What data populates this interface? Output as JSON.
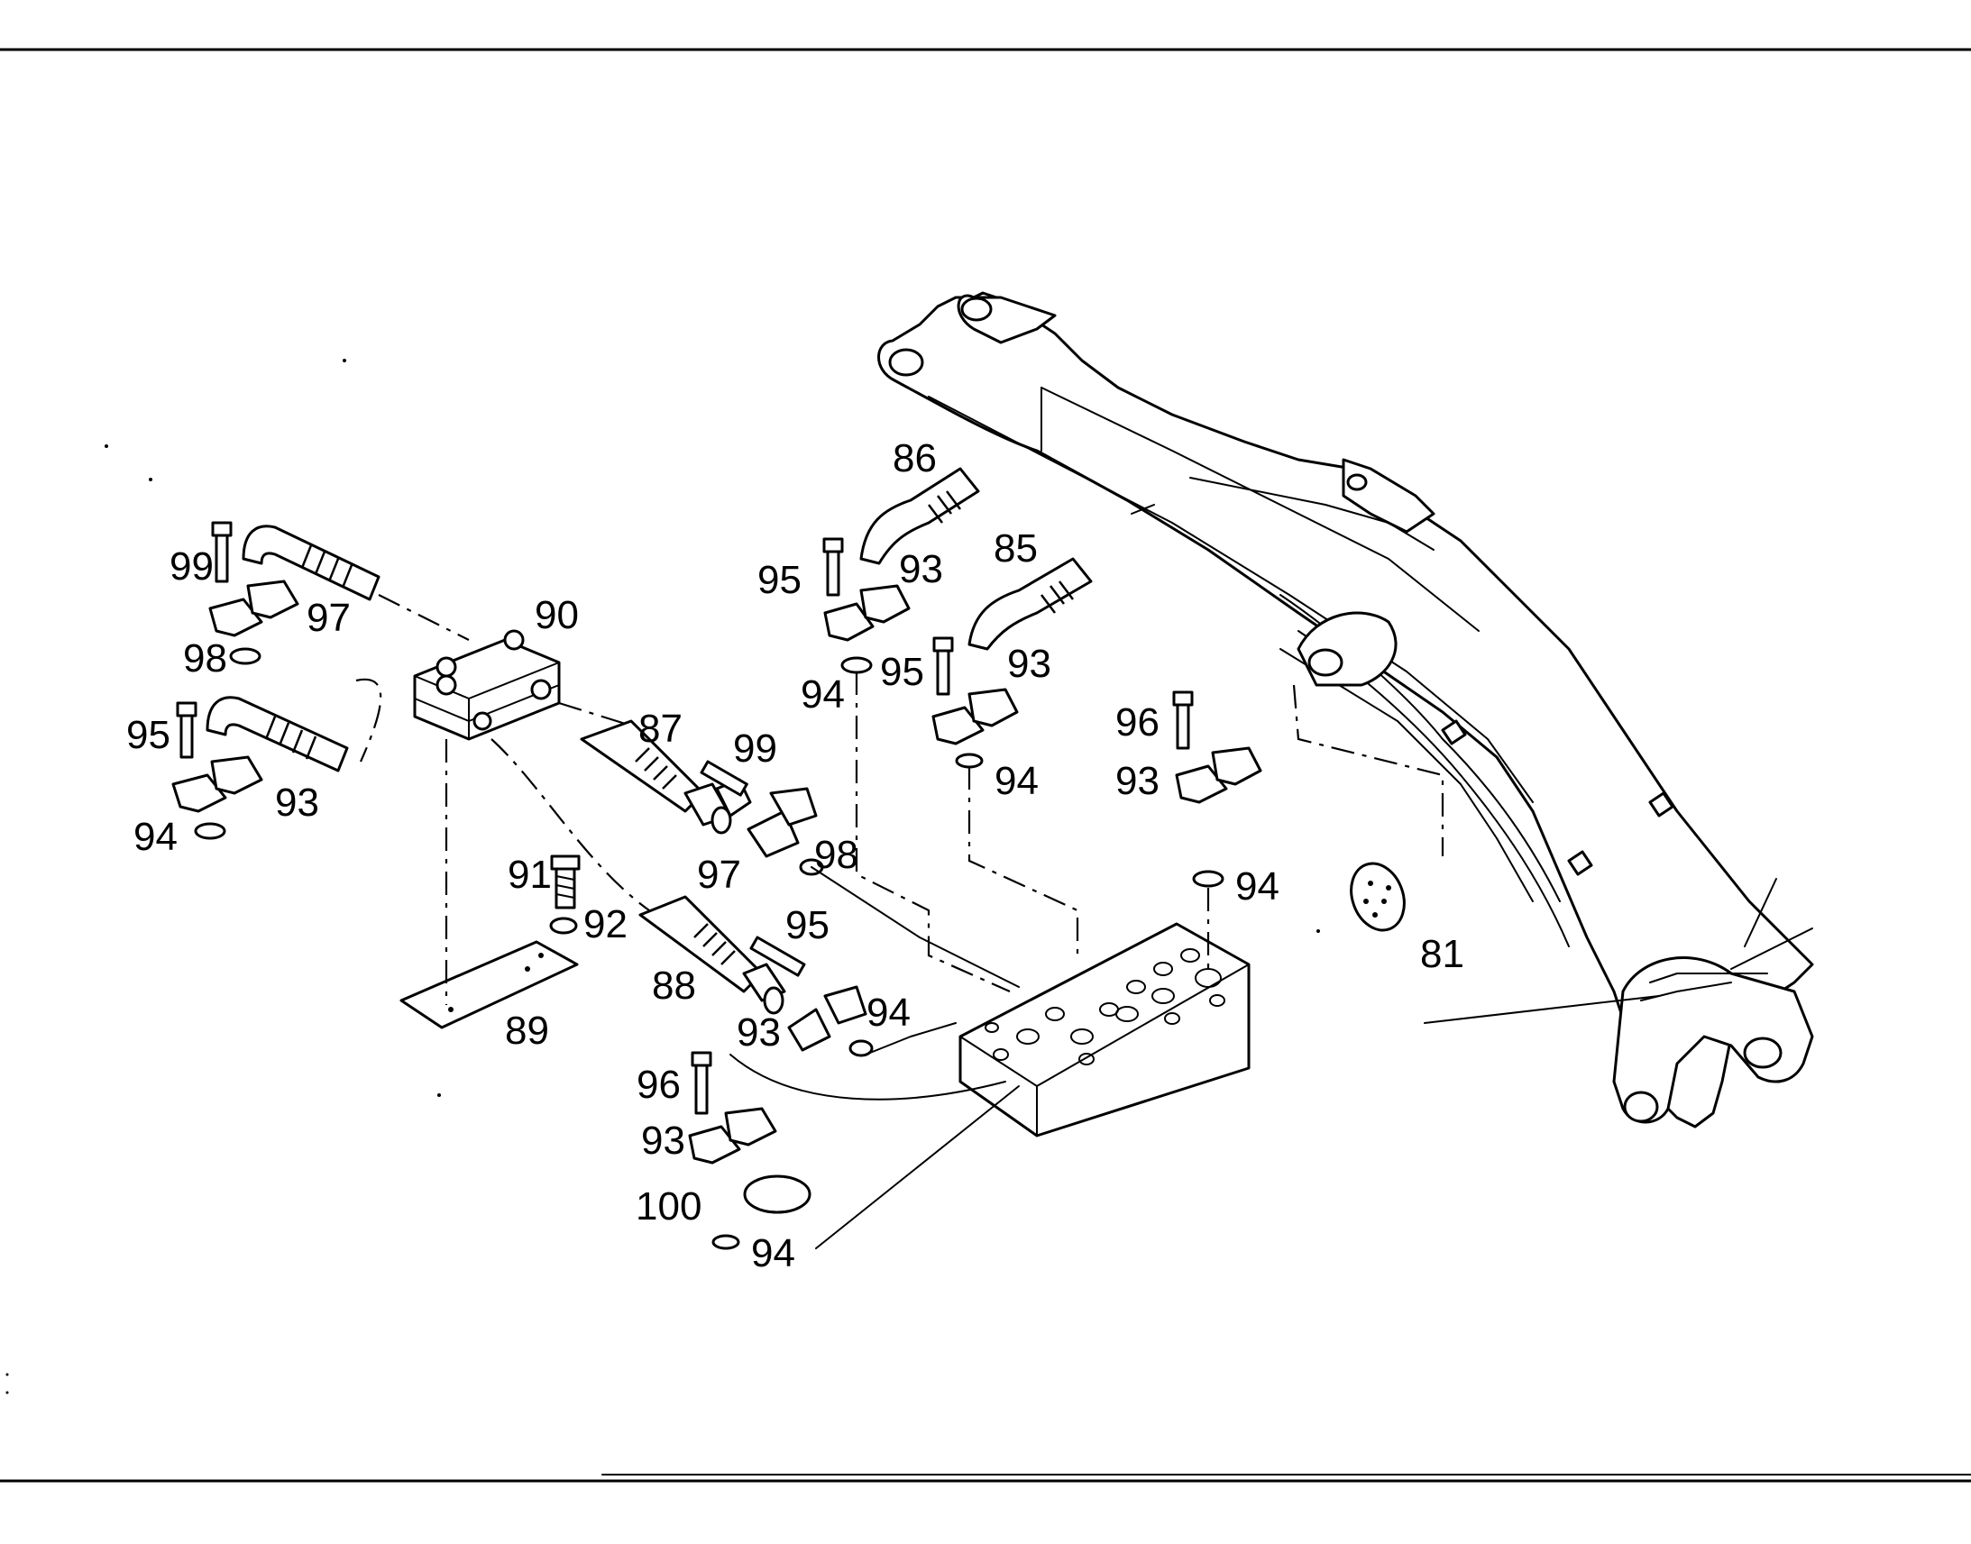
{
  "diagram": {
    "callouts": [
      {
        "id": "c81",
        "text": "81"
      },
      {
        "id": "c85",
        "text": "85"
      },
      {
        "id": "c86",
        "text": "86"
      },
      {
        "id": "c87",
        "text": "87"
      },
      {
        "id": "c88",
        "text": "88"
      },
      {
        "id": "c89",
        "text": "89"
      },
      {
        "id": "c90",
        "text": "90"
      },
      {
        "id": "c91",
        "text": "91"
      },
      {
        "id": "c92",
        "text": "92"
      },
      {
        "id": "c93a",
        "text": "93"
      },
      {
        "id": "c93b",
        "text": "93"
      },
      {
        "id": "c93c",
        "text": "93"
      },
      {
        "id": "c93d",
        "text": "93"
      },
      {
        "id": "c93e",
        "text": "93"
      },
      {
        "id": "c93f",
        "text": "93"
      },
      {
        "id": "c94a",
        "text": "94"
      },
      {
        "id": "c94b",
        "text": "94"
      },
      {
        "id": "c94c",
        "text": "94"
      },
      {
        "id": "c94d",
        "text": "94"
      },
      {
        "id": "c94e",
        "text": "94"
      },
      {
        "id": "c94f",
        "text": "94"
      },
      {
        "id": "c95a",
        "text": "95"
      },
      {
        "id": "c95b",
        "text": "95"
      },
      {
        "id": "c95c",
        "text": "95"
      },
      {
        "id": "c95d",
        "text": "95"
      },
      {
        "id": "c96a",
        "text": "96"
      },
      {
        "id": "c96b",
        "text": "96"
      },
      {
        "id": "c97a",
        "text": "97"
      },
      {
        "id": "c97b",
        "text": "97"
      },
      {
        "id": "c98a",
        "text": "98"
      },
      {
        "id": "c98b",
        "text": "98"
      },
      {
        "id": "c99a",
        "text": "99"
      },
      {
        "id": "c99b",
        "text": "99"
      },
      {
        "id": "c100",
        "text": "100"
      }
    ]
  }
}
